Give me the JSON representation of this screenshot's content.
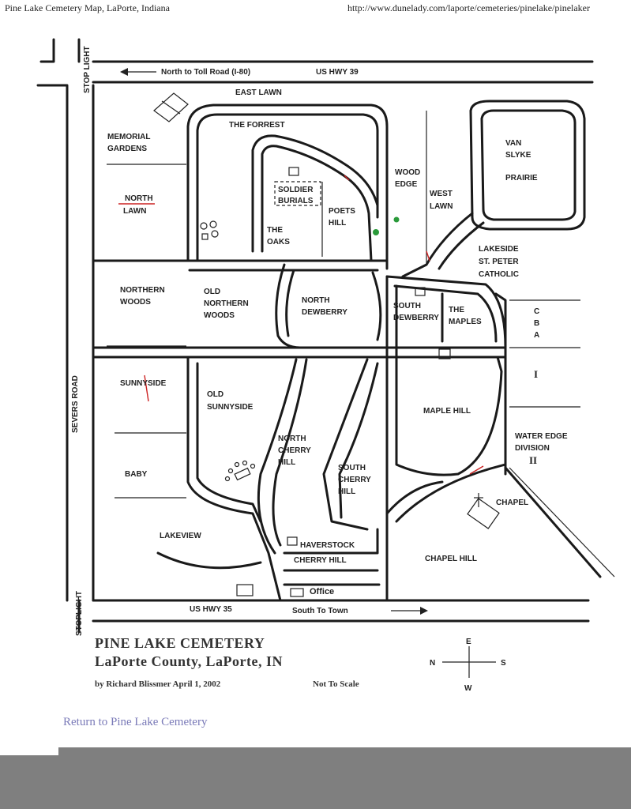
{
  "header": {
    "title": "Pine Lake Cemetery Map, LaPorte, Indiana",
    "url": "http://www.dunelady.com/laporte/cemeteries/pinelake/pinelaker"
  },
  "map": {
    "roads": {
      "top_stoplight": "STOP LIGHT",
      "north_toll": "North to Toll Road (I-80)",
      "us39": "US HWY 39",
      "severs": "SEVERS ROAD",
      "bottom_stoplight": "STOPLIGHT",
      "us35": "US HWY 35",
      "south_town": "South To Town"
    },
    "sections": {
      "east_lawn": "EAST LAWN",
      "forrest": "THE FORREST",
      "memorial_1": "MEMORIAL",
      "memorial_2": "GARDENS",
      "north_lawn_1": "NORTH",
      "north_lawn_2": "LAWN",
      "soldier_1": "SOLDIER",
      "soldier_2": "BURIALS",
      "poets_1": "POETS",
      "poets_2": "HILL",
      "oaks_1": "THE",
      "oaks_2": "OAKS",
      "wood_1": "WOOD",
      "wood_2": "EDGE",
      "westlawn_1": "WEST",
      "westlawn_2": "LAWN",
      "van_1": "VAN",
      "van_2": "SLYKE",
      "prairie": "PRAIRIE",
      "lakeside_1": "LAKESIDE",
      "lakeside_2": "ST. PETER",
      "lakeside_3": "CATHOLIC",
      "nwoods_1": "NORTHERN",
      "nwoods_2": "WOODS",
      "onw_1": "OLD",
      "onw_2": "NORTHERN",
      "onw_3": "WOODS",
      "ndew_1": "NORTH",
      "ndew_2": "DEWBERRY",
      "sdew_1": "SOUTH",
      "sdew_2": "DEWBERRY",
      "maples_1": "THE",
      "maples_2": "MAPLES",
      "cba_c": "C",
      "cba_b": "B",
      "cba_a": "A",
      "roman_i": "I",
      "sunnyside": "SUNNYSIDE",
      "osunny_1": "OLD",
      "osunny_2": "SUNNYSIDE",
      "maplehill": "MAPLE HILL",
      "ncherry_1": "NORTH",
      "ncherry_2": "CHERRY",
      "ncherry_3": "HILL",
      "water_1": "WATER EDGE",
      "water_2": "DIVISION",
      "roman_ii": "II",
      "baby": "BABY",
      "scherry_1": "SOUTH",
      "scherry_2": "CHERRY",
      "scherry_3": "HILL",
      "chapel": "CHAPEL",
      "lakeview": "LAKEVIEW",
      "haverstock": "HAVERSTOCK",
      "cherryhill": "CHERRY HILL",
      "chapelhill": "CHAPEL HILL",
      "office": "Office"
    },
    "title": "PINE LAKE CEMETERY",
    "subtitle": "LaPorte County, LaPorte, IN",
    "byline": "by Richard Blissmer   April 1, 2002",
    "scale_note": "Not To Scale",
    "compass": {
      "e": "E",
      "n": "N",
      "s": "S",
      "w": "W"
    }
  },
  "footer": {
    "return_link": "Return to Pine Lake Cemetery"
  },
  "colors": {
    "ink": "#1a1a1a",
    "accent_red": "#cc2222",
    "link": "#7a7ab8",
    "footer": "#7f7f7f"
  }
}
